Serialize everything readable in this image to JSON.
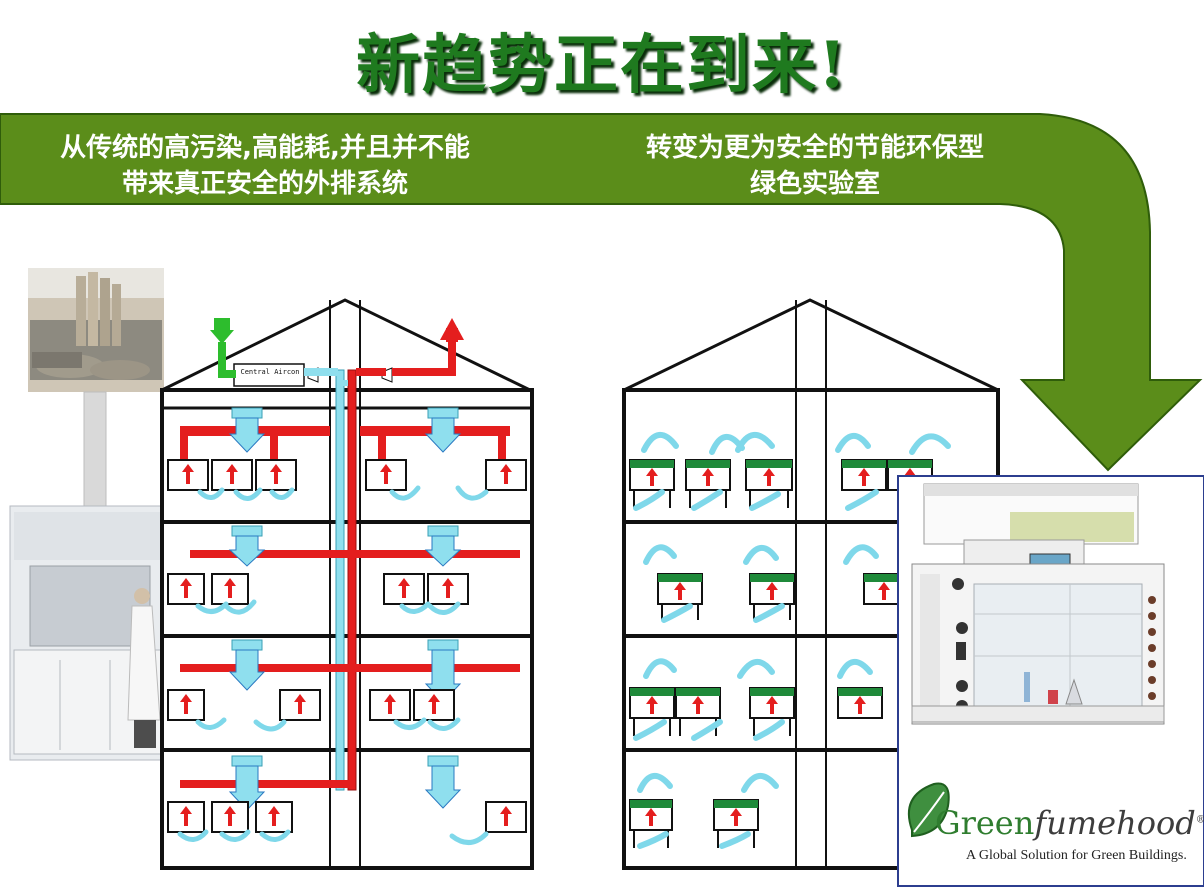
{
  "title": "新趋势正在到来!",
  "banner": {
    "left_line1": "从传统的高污染,高能耗,并且并不能",
    "left_line2": "带来真正安全的外排系统",
    "right_line1": "转变为更为安全的节能环保型",
    "right_line2": "绿色实验室"
  },
  "traditional_building": {
    "unit_label": "Central Aircon"
  },
  "logo": {
    "brand_prefix": "Green",
    "brand_suffix": "fumehood",
    "registered_mark": "®",
    "tagline": "A Global Solution for Green Buildings."
  },
  "colors": {
    "banner_green": "#5b8d1a",
    "title_green": "#1f7a1f",
    "exhaust_red": "#e41e1e",
    "supply_cyan": "#8fdfee",
    "hood_green": "#1f8a3a"
  }
}
